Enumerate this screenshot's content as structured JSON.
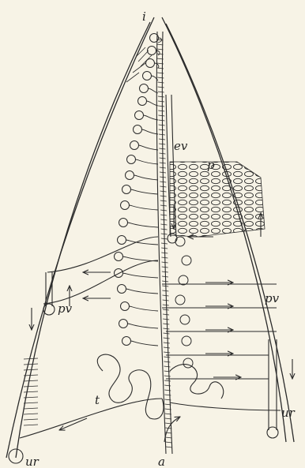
{
  "figure": {
    "labels": {
      "i": "i",
      "ev": "ev",
      "p": "p",
      "pv_left": "pv",
      "pv_right": "pv",
      "t": "t",
      "ur_left": "ur",
      "ur_right": "ur",
      "a": "a"
    },
    "colors": {
      "ink": "#2a2a2a",
      "background": "#f7f3e6"
    }
  }
}
